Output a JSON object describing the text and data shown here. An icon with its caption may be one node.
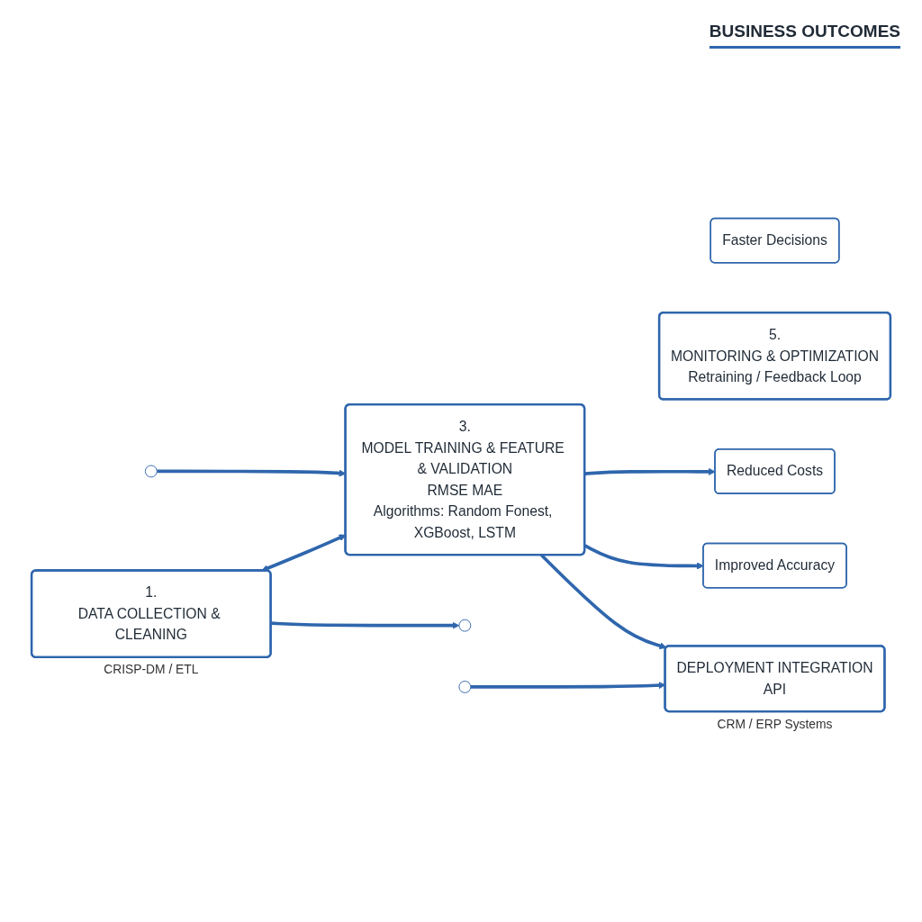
{
  "diagram": {
    "nodes": [
      {
        "text": [
          "1.",
          "DATA COLLECTION & CLEANING"
        ],
        "beside": [
          "CRISP-DM / ETL"
        ]
      },
      {
        "text": [
          "3.",
          "MODEL TRAINING & FEATURE & VALIDATION",
          "RMSE MAE",
          "Algorithms: Random Fonest, XGBoost, LSTM"
        ]
      },
      {
        "text": [
          "5.",
          "MONITORING & OPTIMIZATION",
          "Retraining / Feedback Loop"
        ]
      },
      {
        "text": [
          "DEPLOYMENT INTEGRATION",
          "API"
        ],
        "beside": [
          "CRM / ERP Systems"
        ]
      },
      {
        "text": [
          "Improved Accuracy"
        ]
      },
      {
        "text": [
          "Reduced Costs"
        ]
      },
      {
        "text": [
          "Faster Decisions"
        ]
      }
    ],
    "edges": [
      {
        "from": 0,
        "to": null,
        "arrow": "to"
      },
      {
        "from": null,
        "to": 1,
        "arrow": "to"
      },
      {
        "from": 0,
        "to": 1,
        "arrow": "both"
      },
      {
        "from": null,
        "to": 3,
        "arrow": "to"
      },
      {
        "from": 1,
        "to": 3,
        "arrow": "to"
      },
      {
        "from": 1,
        "to": 4,
        "arrow": "to"
      },
      {
        "from": 1,
        "to": 5,
        "arrow": "to"
      }
    ],
    "labels": [
      "BUSINESS OUTCOMES"
    ]
  }
}
